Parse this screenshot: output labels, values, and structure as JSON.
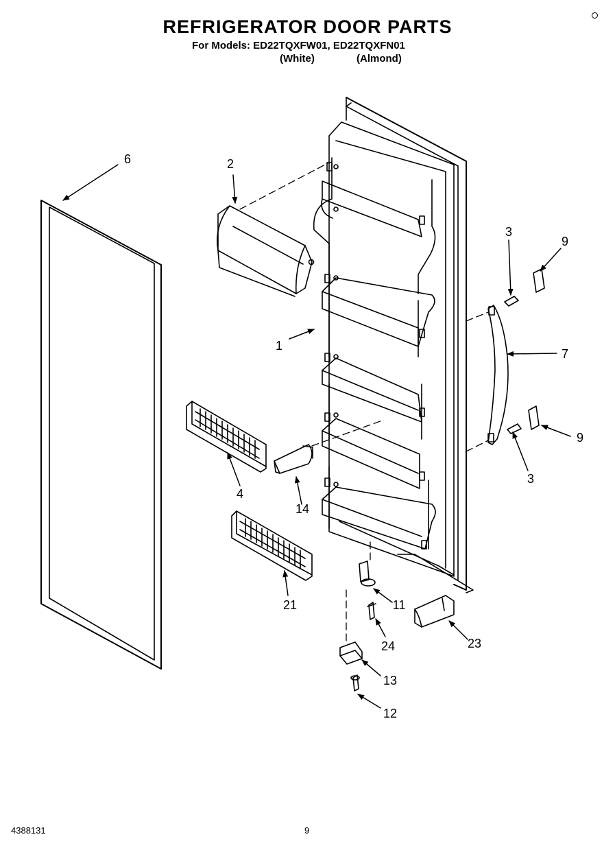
{
  "header": {
    "title": "REFRIGERATOR DOOR PARTS",
    "models_line": "For Models: ED22TQXFW01, ED22TQXFN01",
    "variant_white": "(White)",
    "variant_almond": "(Almond)"
  },
  "callouts": [
    {
      "key": "1",
      "label": "1"
    },
    {
      "key": "2",
      "label": "2"
    },
    {
      "key": "3a",
      "label": "3"
    },
    {
      "key": "3b",
      "label": "3"
    },
    {
      "key": "4",
      "label": "4"
    },
    {
      "key": "6",
      "label": "6"
    },
    {
      "key": "7",
      "label": "7"
    },
    {
      "key": "9a",
      "label": "9"
    },
    {
      "key": "9b",
      "label": "9"
    },
    {
      "key": "11",
      "label": "11"
    },
    {
      "key": "12",
      "label": "12"
    },
    {
      "key": "13",
      "label": "13"
    },
    {
      "key": "14",
      "label": "14"
    },
    {
      "key": "21",
      "label": "21"
    },
    {
      "key": "23",
      "label": "23"
    },
    {
      "key": "24",
      "label": "24"
    }
  ],
  "footer": {
    "doc_id": "4388131",
    "page_number": "9"
  }
}
